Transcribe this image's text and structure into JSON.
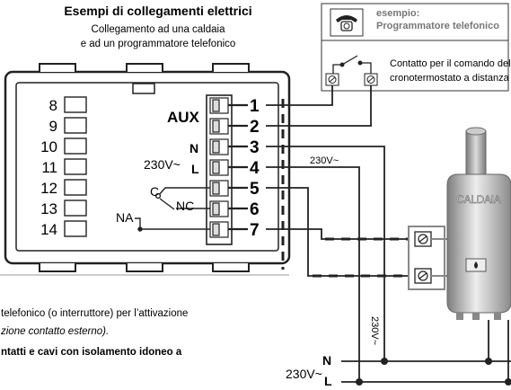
{
  "title": "Esempi di collegamenti elettrici",
  "subtitle_1": "Collegamento ad una caldaia",
  "subtitle_2": "e ad un programmatore telefonico",
  "phone_box": {
    "label_1": "esempio:",
    "label_2": "Programmatore telefonico",
    "contact_1": "Contatto per il comando del",
    "contact_2": "cronotermostato a distanza"
  },
  "left_terminals": [
    "8",
    "9",
    "10",
    "11",
    "12",
    "13",
    "14"
  ],
  "right_terminals": [
    "1",
    "2",
    "3",
    "4",
    "5",
    "6",
    "7"
  ],
  "labels": {
    "aux": "AUX",
    "voltage_230": "230V~",
    "n": "N",
    "l": "L",
    "c": "C",
    "nc": "NC",
    "na": "NA",
    "voltage_mid": "230V~",
    "voltage_vertical": "230V~"
  },
  "boiler": {
    "label": "CALDAIA"
  },
  "note": {
    "line_1": "telefonico (o interruttore) per l’attivazione",
    "line_2": "zione contatto esterno).",
    "line_3": "ntatti e cavi con isolamento idoneo a"
  },
  "mains": {
    "voltage": "230V~",
    "n": "N",
    "l": "L"
  },
  "colors": {
    "ink": "#111111",
    "boiler_shade": "#9a9a9a",
    "boiler_light": "#e6e6e6"
  }
}
